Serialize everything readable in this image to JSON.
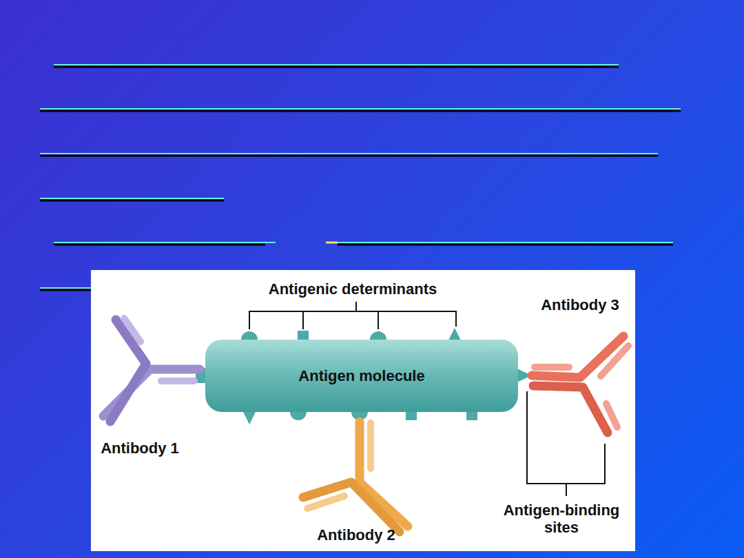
{
  "diagram": {
    "nodes": [
      {
        "text": [
          "Antigen molecule"
        ]
      }
    ],
    "labels": [
      "Antigenic determinants",
      "Antibody 3",
      "Antibody 1",
      "Antibody 2",
      "Antigen-binding sites"
    ]
  }
}
